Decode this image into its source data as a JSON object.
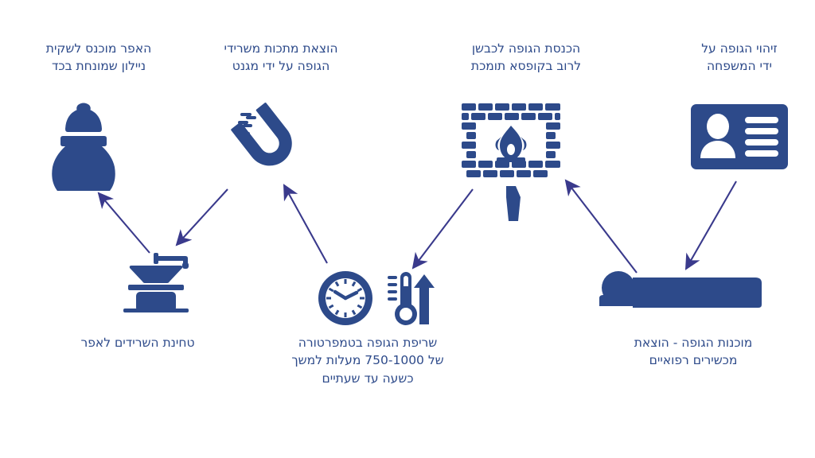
{
  "palette": {
    "text": "#2d4a8a",
    "icon_fill": "#2d4a8a",
    "icon_fill_dark": "#2b4684",
    "arrow": "#3a3a8c",
    "background": "#ffffff"
  },
  "diagram": {
    "title_present": false,
    "direction": "rtl",
    "language": "he"
  },
  "top_labels": [
    {
      "id": "ash-urn",
      "text": "האפר מוכנס לשקית\nניילון שמונחת בכד",
      "icon": "funeral-urn-icon"
    },
    {
      "id": "magnet-metal",
      "text": "הוצאת מתכות משרידי\nהגופה על ידי מגנט",
      "icon": "horseshoe-magnet-icon"
    },
    {
      "id": "furnace",
      "text": "הכנסת הגופה לכבשן\nלרוב בקופסא תומכת",
      "icon": "brick-furnace-fire-icon"
    },
    {
      "id": "identification",
      "text": "זיהוי הגופה על\nידי המשפחה",
      "icon": "id-card-icon"
    }
  ],
  "bottom_labels": [
    {
      "id": "grinding",
      "text": "טחינת השרידים לאפר",
      "icon": "grinder-mill-icon"
    },
    {
      "id": "burning",
      "text": "שריפת הגופה בטמפרטורה\nשל 750-1000 מעלות למשך\nכשעה עד שעתיים",
      "icon": "clock-icon",
      "icon_secondary": "thermometer-rising-icon"
    },
    {
      "id": "preparation",
      "text": "מוכנות הגופה - הוצאת\nמכשירים רפואיים",
      "icon": "lying-body-icon"
    }
  ],
  "icons": {
    "urn": "funeral-urn-icon",
    "magnet": "horseshoe-magnet-icon",
    "furnace": "brick-furnace-fire-icon",
    "coffin": "coffin-icon",
    "id_card": "id-card-icon",
    "grinder": "grinder-mill-icon",
    "clock": "clock-icon",
    "thermometer": "thermometer-rising-icon",
    "body": "lying-body-icon"
  },
  "arrows": [
    {
      "id": "arrow-grinder-to-urn",
      "from": "grinder",
      "to": "urn",
      "direction": "up-left"
    },
    {
      "id": "arrow-magnet-to-grinder",
      "from": "magnet",
      "to": "grinder",
      "direction": "down-left"
    },
    {
      "id": "arrow-clock-to-magnet",
      "from": "clock",
      "to": "magnet",
      "direction": "up-left"
    },
    {
      "id": "arrow-furnace-to-thermometer",
      "from": "furnace",
      "to": "thermometer",
      "direction": "down-left"
    },
    {
      "id": "arrow-body-to-furnace",
      "from": "body",
      "to": "furnace",
      "direction": "up-left"
    },
    {
      "id": "arrow-idcard-to-body",
      "from": "id_card",
      "to": "body",
      "direction": "down-left"
    }
  ]
}
